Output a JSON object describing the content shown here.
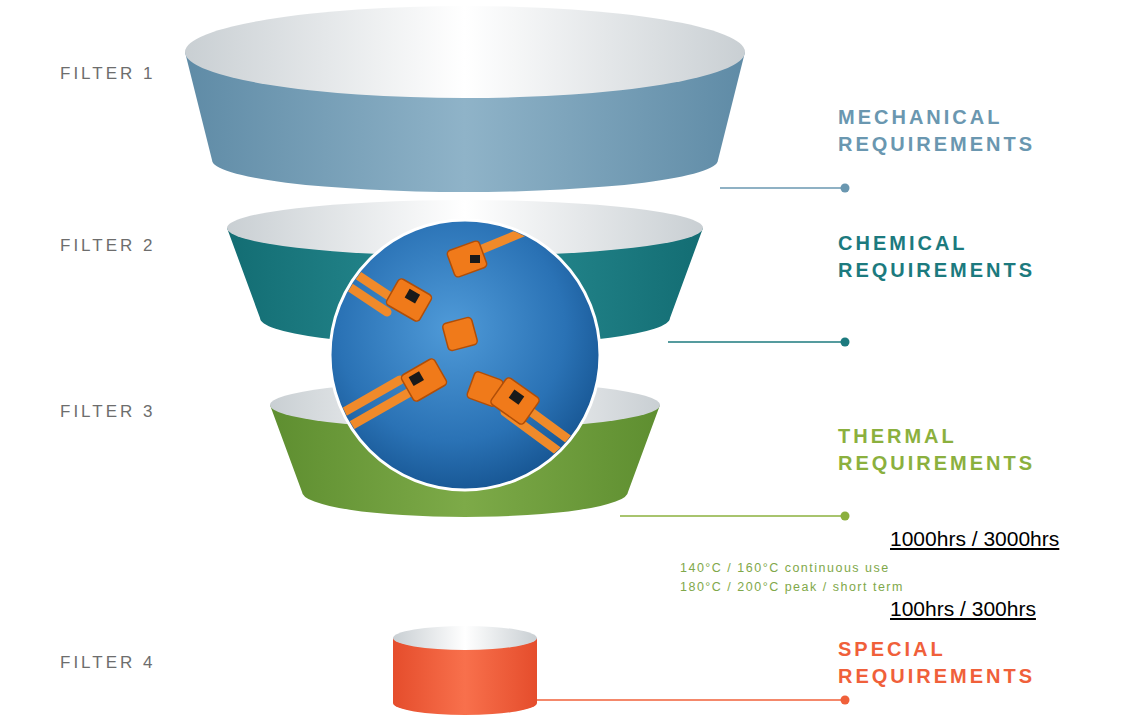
{
  "diagram": {
    "labels": [
      "FILTER 1",
      "MECHANICAL REQUIREMENTS",
      "FILTER 2",
      "CHEMICAL REQUIREMENTS",
      "FILTER 3",
      "THERMAL REQUIREMENTS",
      "1000hrs / 3000hrs",
      "140°C / 160°C continuous use",
      "180°C / 200°C peak / short term",
      "100hrs / 300hrs",
      "FILTER 4",
      "SPECIAL REQUIREMENTS"
    ]
  }
}
